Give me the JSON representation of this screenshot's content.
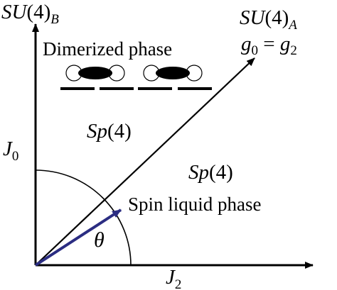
{
  "diagram": {
    "y_axis_label": {
      "main": "SU",
      "arg": "(4)",
      "sub": "B"
    },
    "diag_axis_label": {
      "main": "SU",
      "arg": "(4)",
      "sub": "A"
    },
    "diag_condition": {
      "lhs": "g",
      "lhs_sub": "0",
      "eq": " = ",
      "rhs": "g",
      "rhs_sub": "2"
    },
    "dimer_phase_label": "Dimerized phase",
    "upper_region_label": {
      "main": "Sp",
      "arg": "(4)"
    },
    "lower_region_label": {
      "main": "Sp",
      "arg": "(4)"
    },
    "spin_liquid_label": "Spin liquid phase",
    "j0_label": {
      "main": "J",
      "sub": "0"
    },
    "j2_label": {
      "main": "J",
      "sub": "2"
    },
    "angle_label": "θ",
    "colors": {
      "axes": "#000000",
      "vector": "#2b2d82",
      "dimer_fill": "#000000",
      "lobe_fill": "#ffffff"
    },
    "dimer_count": 2,
    "bond_segment_count": 4
  }
}
